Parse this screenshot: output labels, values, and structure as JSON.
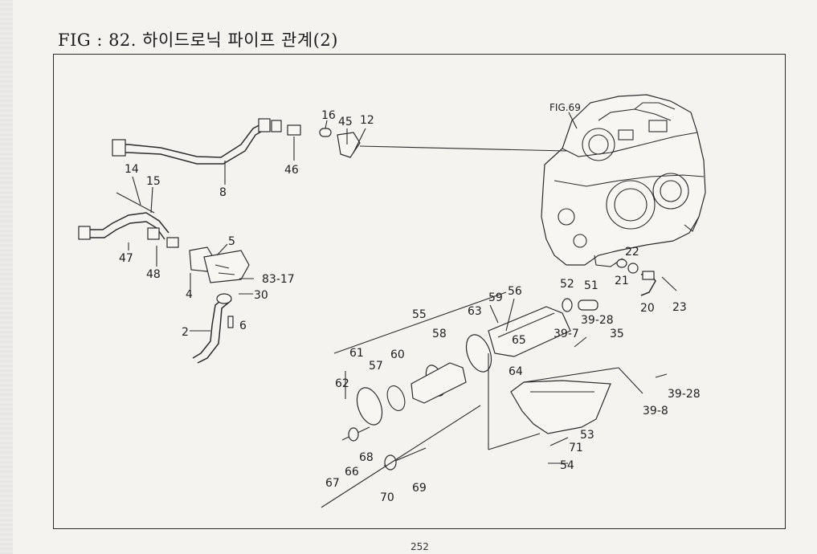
{
  "title": "FIG : 82. 하이드로닉 파이프 관계(2)",
  "page_number": "252",
  "ref_label": "FIG.69",
  "part_labels": {
    "p16": "16",
    "p45": "45",
    "p12": "12",
    "p46": "46",
    "p8": "8",
    "p14": "14",
    "p15": "15",
    "p47": "47",
    "p48": "48",
    "p5": "5",
    "p4": "4",
    "p83_17": "83-17",
    "p30": "30",
    "p2": "2",
    "p6": "6",
    "p22": "22",
    "p52": "52",
    "p51": "51",
    "p21": "21",
    "p23": "23",
    "p20": "20",
    "p39_28a": "39-28",
    "p35": "35",
    "p39_7": "39-7",
    "p63": "63",
    "p59": "59",
    "p56": "56",
    "p55": "55",
    "p58": "58",
    "p65": "65",
    "p60": "60",
    "p57": "57",
    "p61": "61",
    "p62": "62",
    "p64": "64",
    "p39_28b": "39-28",
    "p39_8": "39-8",
    "p53": "53",
    "p71": "71",
    "p54": "54",
    "p68": "68",
    "p66": "66",
    "p67": "67",
    "p70": "70",
    "p69": "69"
  }
}
